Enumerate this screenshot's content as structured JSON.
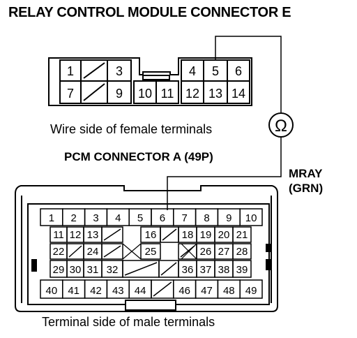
{
  "relay_connector": {
    "title": "RELAY CONTROL MODULE CONNECTOR E",
    "caption": "Wire side of female terminals",
    "row1": [
      "1",
      "",
      "3",
      "4",
      "5",
      "6"
    ],
    "row2": [
      "7",
      "",
      "9",
      "10",
      "11",
      "12",
      "13",
      "14"
    ]
  },
  "meter": {
    "symbol": "Ω"
  },
  "wire": {
    "signal": "MRAY",
    "color": "(GRN)"
  },
  "pcm_connector": {
    "title": "PCM CONNECTOR A (49P)",
    "caption": "Terminal side of male terminals",
    "row1": [
      "1",
      "2",
      "3",
      "4",
      "5",
      "6",
      "7",
      "8",
      "9",
      "10"
    ],
    "row2": [
      "11",
      "12",
      "13",
      "",
      "16",
      "",
      "18",
      "19",
      "20",
      "21"
    ],
    "row3": [
      "22",
      "",
      "24",
      "",
      "25",
      "",
      "26",
      "27",
      "28"
    ],
    "row4": [
      "29",
      "30",
      "31",
      "32",
      "",
      "",
      "36",
      "37",
      "38",
      "39"
    ],
    "row5": [
      "40",
      "41",
      "42",
      "43",
      "44",
      "",
      "46",
      "47",
      "48",
      "49"
    ]
  }
}
